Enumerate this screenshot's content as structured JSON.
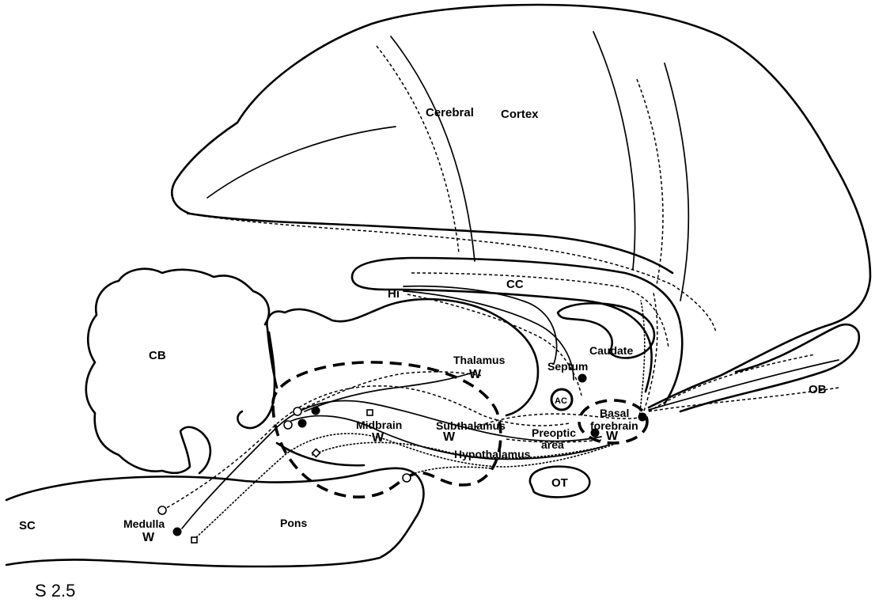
{
  "labels": {
    "cerebral": "Cerebral",
    "cortex": "Cortex",
    "cc": "CC",
    "hi": "Hi",
    "cb": "CB",
    "thalamus": "Thalamus",
    "septum": "Septum",
    "caudate": "Caudate",
    "ac": "AC",
    "basal": "Basal",
    "forebrain": "forebrain",
    "ob": "OB",
    "midbrain": "Midbrain",
    "subthalamus": "Subthalamus",
    "preoptic": "Preoptic",
    "area": "area",
    "hypothalamus": "Hypothalamus",
    "ot": "OT",
    "pons": "Pons",
    "medulla": "Medulla",
    "sc": "SC",
    "w": "W",
    "stage": "S 2.5"
  }
}
